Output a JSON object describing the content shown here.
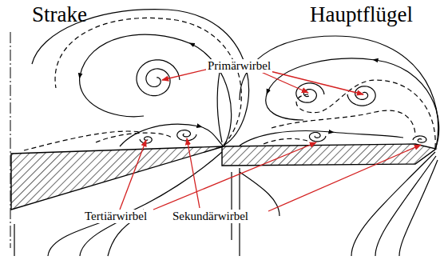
{
  "diagram": {
    "labels": [
      "Strake",
      "Hauptflügel",
      "Primärwirbel",
      "Tertiärwirbel",
      "Sekundärwirbel"
    ]
  }
}
